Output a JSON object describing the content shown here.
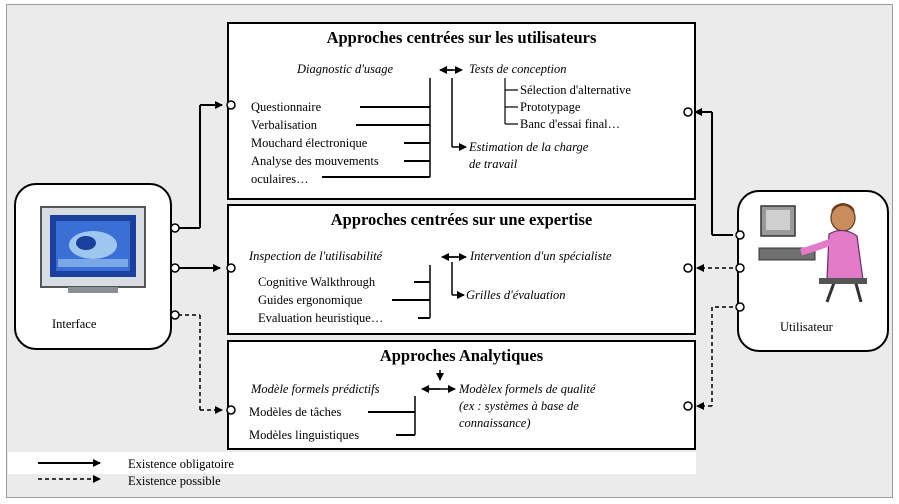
{
  "left_panel": {
    "label": "Interface",
    "icon": "monitor-icon"
  },
  "right_panel": {
    "label": "Utilisateur",
    "icon": "user-at-computer-icon"
  },
  "box_user": {
    "title": "Approches centrées sur les utilisateurs",
    "diag": "Diagnostic d'usage",
    "tests": "Tests de conception",
    "tests_items": [
      "Sélection d'alternative",
      "Prototypage",
      "Banc d'essai final…"
    ],
    "methods": [
      "Questionnaire",
      "Verbalisation",
      "Mouchard électronique",
      "Analyse des mouvements",
      "oculaires…"
    ],
    "estim_1": "Estimation de la charge",
    "estim_2": "de travail"
  },
  "box_expert": {
    "title": "Approches centrées sur une expertise",
    "inspect": "Inspection de l'utilisabilité",
    "intervention": "Intervention d'un spécialiste",
    "methods": [
      "Cognitive Walkthrough",
      "Guides ergonomique",
      "Evaluation heuristique…"
    ],
    "grilles": "Grilles d'évaluation"
  },
  "box_analytic": {
    "title": "Approches Analytiques",
    "modeles_pred": "Modèle formels prédictifs",
    "modeles_qual_1": "Modèlex formels de qualité",
    "modeles_qual_2": "(ex : systèmes à base de",
    "modeles_qual_3": "connaissance)",
    "items": [
      "Modèles de tâches",
      "Modèles linguistiques"
    ]
  },
  "legend": {
    "solid": "Existence obligatoire",
    "dashed": "Existence possible"
  }
}
